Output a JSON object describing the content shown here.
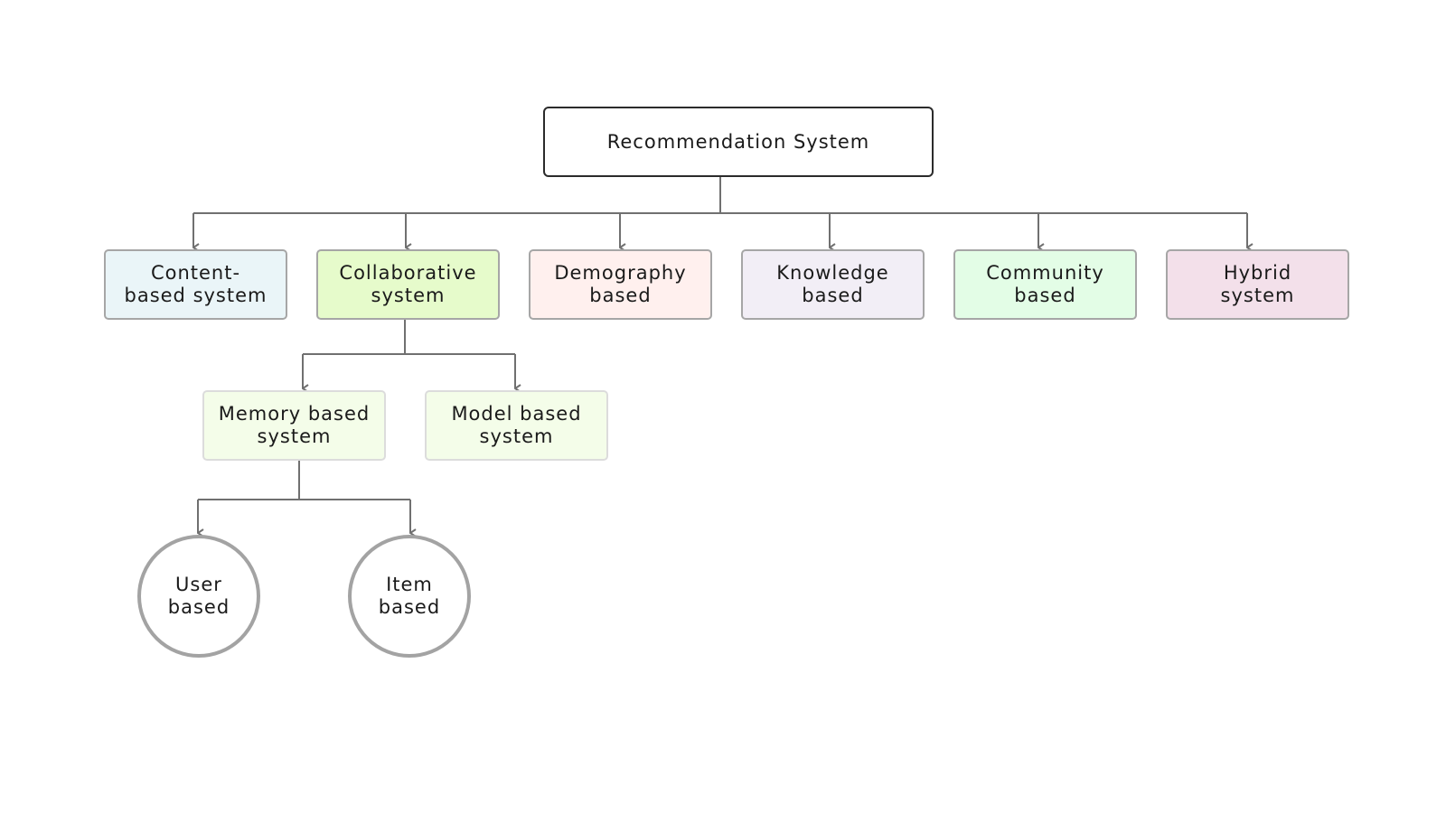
{
  "diagram": {
    "root": {
      "label": "Recommendation System"
    },
    "categories": [
      {
        "line1": "Content-",
        "line2": "based system",
        "color": "#eaf5f8"
      },
      {
        "line1": "Collaborative",
        "line2": "system",
        "color": "#e6fbcb"
      },
      {
        "line1": "Demography",
        "line2": "based",
        "color": "#fff0ee"
      },
      {
        "line1": "Knowledge",
        "line2": "based",
        "color": "#f2eef6"
      },
      {
        "line1": "Community",
        "line2": "based",
        "color": "#e3fde6"
      },
      {
        "line1": "Hybrid",
        "line2": "system",
        "color": "#f3e0ea"
      }
    ],
    "collaborative_children": [
      {
        "line1": "Memory based",
        "line2": "system",
        "color": "#f4fde9"
      },
      {
        "line1": "Model based",
        "line2": "system",
        "color": "#f4fde9"
      }
    ],
    "memory_children": [
      {
        "line1": "User",
        "line2": "based"
      },
      {
        "line1": "Item",
        "line2": "based"
      }
    ],
    "connector_color": "#707070"
  }
}
